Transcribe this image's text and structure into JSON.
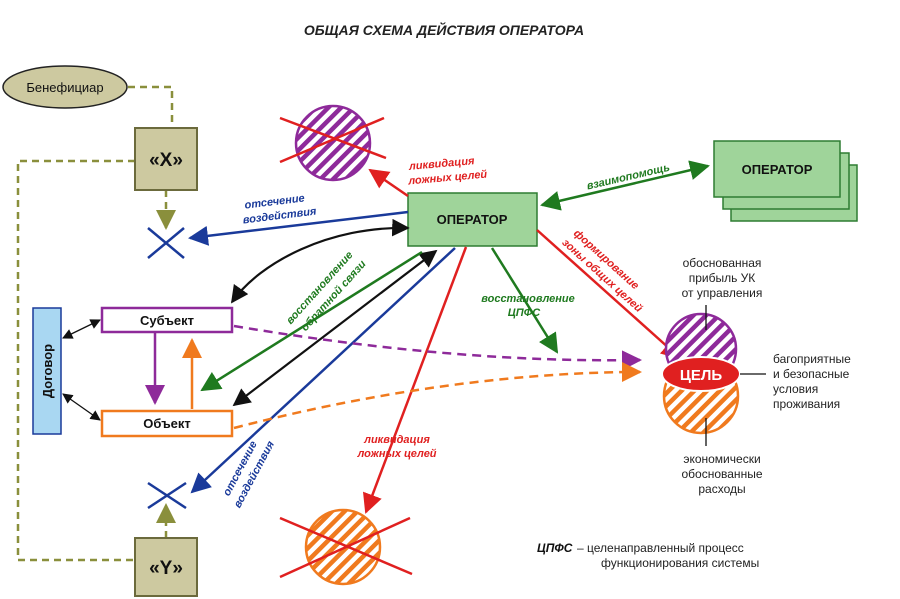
{
  "title": "ОБЩАЯ СХЕМА ДЕЙСТВИЯ ОПЕРАТОРА",
  "nodes": {
    "beneficiary": "Бенефициар",
    "x": "«X»",
    "y": "«Y»",
    "operator_main": "ОПЕРАТОР",
    "operator_other": "ОПЕРАТОР",
    "subject": "Субъект",
    "object": "Объект",
    "contract": "Договор",
    "goal": "ЦЕЛЬ"
  },
  "labels": {
    "cut_off_top": [
      "отсечение",
      "воздействия"
    ],
    "cut_off_bottom": [
      "отсечение",
      "воздействия"
    ],
    "liquidation_top": [
      "ликвидация",
      "ложных целей"
    ],
    "liquidation_bottom": [
      "ликвидация",
      "ложных целей"
    ],
    "mutual_help": "взаимопомощь",
    "restore_feedback": [
      "восстановление",
      "обратной связи"
    ],
    "restore_cpfs": [
      "восстановление",
      "ЦПФС"
    ],
    "forming_zone": [
      "формирование",
      "зоны общих целей"
    ]
  },
  "notes": {
    "profit": [
      "обоснованная",
      "прибыль УК",
      "от управления"
    ],
    "conditions": [
      "багоприятные",
      "и безопасные",
      "условия",
      "проживания"
    ],
    "expenses": [
      "экономически",
      "обоснованные",
      "расходы"
    ],
    "cpfs_abbr": "ЦПФС",
    "cpfs_def_1": "– целенаправленный процесс",
    "cpfs_def_2": "функционирования системы"
  },
  "colors": {
    "operator_fill": "#9fd49a",
    "operator_stroke": "#2e7d32",
    "khaki_fill": "#cdc9a0",
    "khaki_stroke": "#6b6a3c",
    "dash_olive": "#8a8f3c",
    "purple": "#8e2a9a",
    "orange": "#f07a1e",
    "red": "#e02020",
    "blue": "#1a3a9a",
    "green": "#1f7a1f",
    "black": "#111111",
    "contract_fill": "#a9d7f2"
  }
}
